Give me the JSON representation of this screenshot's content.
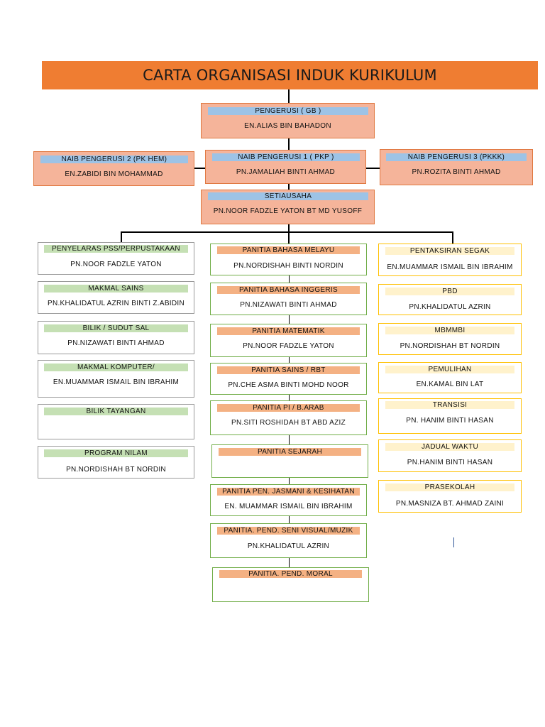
{
  "title": "CARTA ORGANISASI INDUK KURIKULUM",
  "pengerusi": {
    "role": "PENGERUSI ( GB )",
    "name": "EN.ALIAS BIN BAHADON"
  },
  "naib2": {
    "role": "NAIB PENGERUSI 2 (PK HEM)",
    "name": "EN.ZABIDI BIN MOHAMMAD"
  },
  "naib1": {
    "role": "NAIB PENGERUSI 1 ( PKP )",
    "name": "PN.JAMALIAH BINTI AHMAD"
  },
  "naib3": {
    "role": "NAIB PENGERUSI 3 (PKKK)",
    "name": "PN.ROZITA BINTI AHMAD"
  },
  "setiausaha": {
    "role": "SETIAUSAHA",
    "name": "PN.NOOR FADZLE YATON BT MD YUSOFF"
  },
  "left": [
    {
      "role": "PENYELARAS PSS/PERPUSTAKAAN",
      "name": "PN.NOOR FADZLE YATON"
    },
    {
      "role": "MAKMAL SAINS",
      "name": "PN.KHALIDATUL AZRIN BINTI Z.ABIDIN"
    },
    {
      "role": "BILIK / SUDUT SAL",
      "name": "PN.NIZAWATI BINTI AHMAD"
    },
    {
      "role": "MAKMAL KOMPUTER/",
      "name": "EN.MUAMMAR ISMAIL BIN IBRAHIM"
    },
    {
      "role": "BILIK TAYANGAN",
      "name": ""
    },
    {
      "role": "PROGRAM NILAM",
      "name": "PN.NORDISHAH BT NORDIN"
    }
  ],
  "middle": [
    {
      "role": "PANITIA BAHASA MELAYU",
      "name": "PN.NORDISHAH BINTI NORDIN"
    },
    {
      "role": "PANITIA BAHASA INGGERIS",
      "name": "PN.NIZAWATI BINTI AHMAD"
    },
    {
      "role": "PANITIA MATEMATIK",
      "name": "PN.NOOR FADZLE YATON"
    },
    {
      "role": "PANITIA SAINS / RBT",
      "name": "PN.CHE ASMA BINTI MOHD NOOR"
    },
    {
      "role": "PANITIA PI / B.ARAB",
      "name": "PN.SITI ROSHIDAH BT ABD AZIZ"
    },
    {
      "role": "PANITIA SEJARAH",
      "name": ""
    },
    {
      "role": "PANITIA PEN. JASMANI & KESIHATAN",
      "name": "EN. MUAMMAR ISMAIL BIN IBRAHIM"
    },
    {
      "role": "PANITIA. PEND. SENI VISUAL/MUZIK",
      "name": "PN.KHALIDATUL AZRIN"
    },
    {
      "role": "PANITIA. PEND. MORAL",
      "name": ""
    }
  ],
  "right": [
    {
      "role": "PENTAKSIRAN SEGAK",
      "name": "EN.MUAMMAR ISMAIL BIN IBRAHIM"
    },
    {
      "role": "PBD",
      "name": "PN.KHALIDATUL AZRIN"
    },
    {
      "role": "MBMMBI",
      "name": "PN.NORDISHAH BT NORDIN"
    },
    {
      "role": "PEMULIHAN",
      "name": "EN.KAMAL BIN LAT"
    },
    {
      "role": "TRANSISI",
      "name": "PN. HANIM BINTI HASAN"
    },
    {
      "role": "JADUAL WAKTU",
      "name": "PN.HANIM BINTI HASAN"
    },
    {
      "role": "PRASEKOLAH",
      "name": "PN.MASNIZA BT. AHMAD ZAINI"
    }
  ]
}
